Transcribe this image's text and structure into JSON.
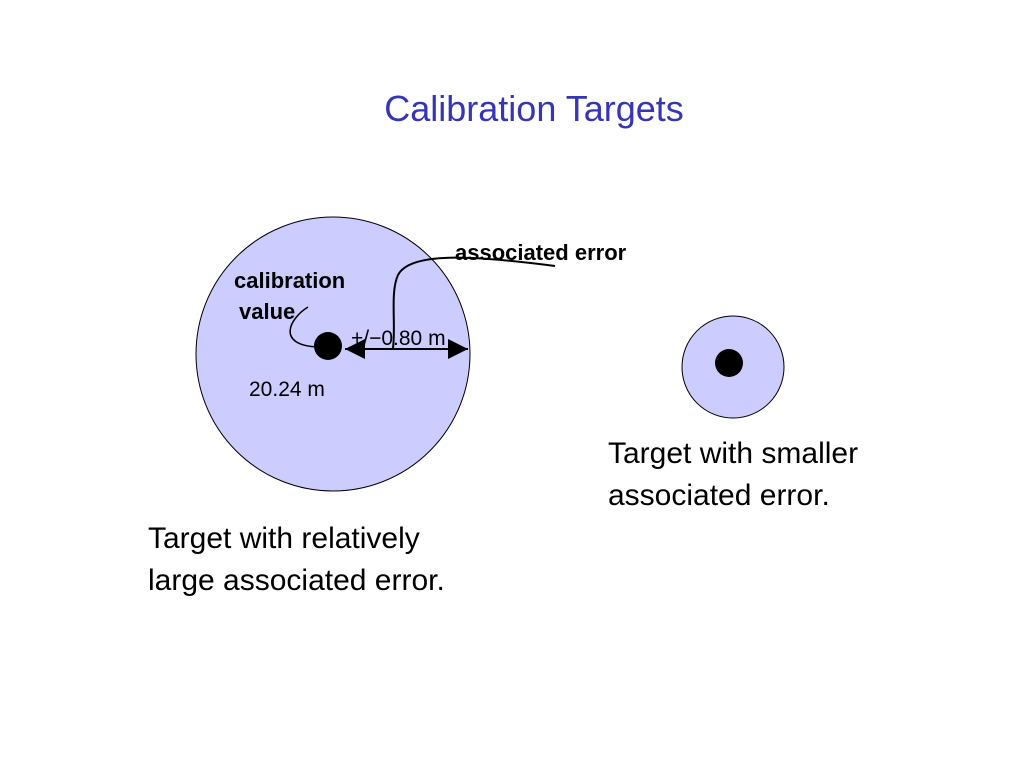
{
  "title": "Calibration Targets",
  "large_target": {
    "label_calibration": "calibration",
    "label_value": "value",
    "measurement": "20.24 m",
    "error": "+/−0.80 m",
    "caption_line1": "Target with relatively",
    "caption_line2": "large associated error."
  },
  "associated_error_label": "associated error",
  "small_target": {
    "caption_line1": "Target with smaller",
    "caption_line2": "associated error."
  },
  "colors": {
    "title": "#3535b5",
    "target_fill": "#ccccff",
    "outline": "#000000"
  }
}
